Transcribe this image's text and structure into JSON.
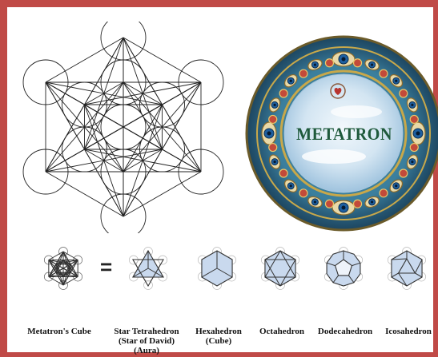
{
  "seal": {
    "title": "METATRON"
  },
  "solids": [
    {
      "name": "Metatron's Cube",
      "lines": [
        "Metatron's Cube"
      ]
    },
    {
      "name": "Star Tetrahedron",
      "lines": [
        "Star Tetrahedron",
        "(Star of David)",
        "(Aura)"
      ]
    },
    {
      "name": "Hexahedron",
      "lines": [
        "Hexahedron",
        "(Cube)"
      ]
    },
    {
      "name": "Octahedron",
      "lines": [
        "Octahedron"
      ]
    },
    {
      "name": "Dodecahedron",
      "lines": [
        "Dodecahedron"
      ]
    },
    {
      "name": "Icosahedron",
      "lines": [
        "Icosahedron"
      ]
    }
  ],
  "equals_sign": "=",
  "colors": {
    "border": "#c04a47",
    "seal_ring": "#2d6a8a",
    "seal_center": "#dbe9f4",
    "seal_text": "#1f5a3c",
    "solid_fill": "#c9d9ee"
  },
  "icons": {
    "eye": "eye-icon",
    "heart": "heart-icon"
  }
}
